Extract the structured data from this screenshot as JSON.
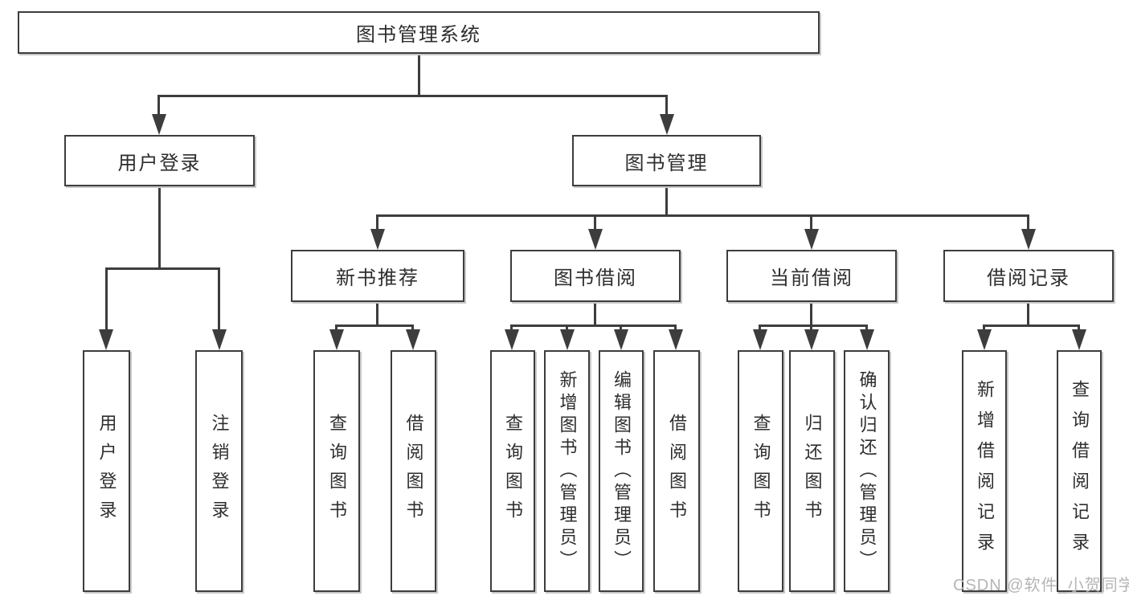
{
  "watermark": "CSDN @软件_小贺同学",
  "colors": {
    "line": "#3d3d3d",
    "box_border": "#3d3d3d",
    "text": "#2e2e2e",
    "watermark": "#b5b5b5",
    "background": "#ffffff"
  },
  "tree": {
    "root": "图书管理系统",
    "level2": [
      "用户登录",
      "图书管理"
    ],
    "level3": [
      "新书推荐",
      "图书借阅",
      "当前借阅",
      "借阅记录"
    ],
    "leaves": {
      "user_login": [
        "用户登录",
        "注销登录"
      ],
      "new_book_recommend": [
        "查询图书",
        "借阅图书"
      ],
      "book_borrow": [
        "查询图书",
        "新增图书（管理员）",
        "编辑图书（管理员）",
        "借阅图书"
      ],
      "current_borrow": [
        "查询图书",
        "归还图书",
        "确认归还（管理员）"
      ],
      "borrow_records": [
        "新增借阅记录",
        "查询借阅记录"
      ]
    }
  }
}
